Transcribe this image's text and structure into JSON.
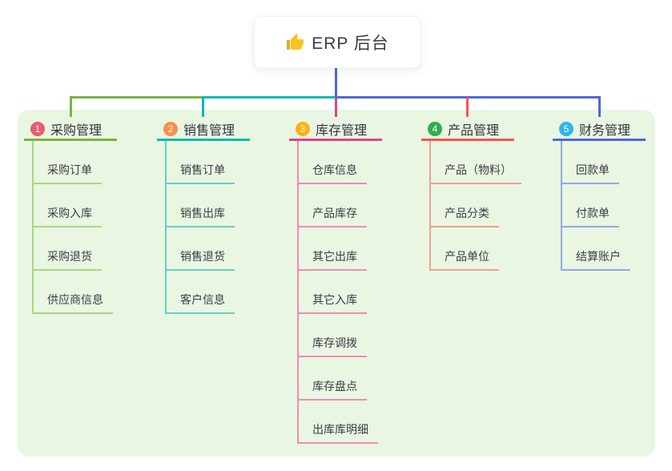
{
  "root": {
    "title": "ERP 后台",
    "icon": "thumbs-up-icon",
    "box_background": "#ffffff"
  },
  "canvas": {
    "background": "#ffffff",
    "panel_background": "#e9f6e2",
    "root_connector_color": "#5166d8"
  },
  "branches": [
    {
      "index": "1",
      "label": "采购管理",
      "badge_color": "#ea5a73",
      "line_color": "#7cb342",
      "sub_line_color": "#a9d77e",
      "items": [
        "采购订单",
        "采购入库",
        "采购退货",
        "供应商信息"
      ]
    },
    {
      "index": "2",
      "label": "销售管理",
      "badge_color": "#fa8d4e",
      "line_color": "#12b8b1",
      "sub_line_color": "#5fd1c8",
      "items": [
        "销售订单",
        "销售出库",
        "销售退货",
        "客户信息"
      ]
    },
    {
      "index": "3",
      "label": "库存管理",
      "badge_color": "#fdb315",
      "line_color": "#d8458f",
      "sub_line_color": "#f08ab8",
      "items": [
        "仓库信息",
        "产品库存",
        "其它出库",
        "其它入库",
        "库存调拨",
        "库存盘点",
        "出库库明细"
      ]
    },
    {
      "index": "4",
      "label": "产品管理",
      "badge_color": "#2fae4d",
      "line_color": "#f5554f",
      "sub_line_color": "#f89b94",
      "items": [
        "产品（物料）",
        "产品分类",
        "产品单位"
      ]
    },
    {
      "index": "5",
      "label": "财务管理",
      "badge_color": "#30b3ee",
      "line_color": "#5166d8",
      "sub_line_color": "#93a7e8",
      "items": [
        "回款单",
        "付款单",
        "结算账户"
      ]
    }
  ]
}
